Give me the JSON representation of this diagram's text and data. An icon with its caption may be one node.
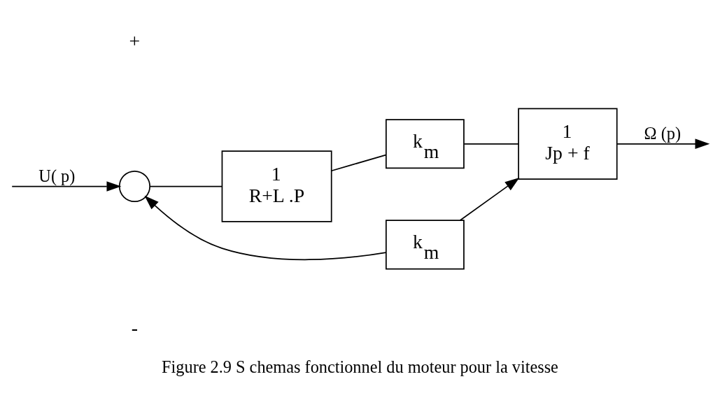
{
  "diagram": {
    "caption": "Figure 2.9 S chemas fonctionnel du moteur pour la vitesse",
    "nodes": [
      {
        "text": [],
        "shape": "circle"
      },
      {
        "text": [
          "1",
          "R+L .P"
        ]
      },
      {
        "text": [
          "k$_{m}$"
        ]
      },
      {
        "text": [
          "1",
          "Jp + f"
        ]
      },
      {
        "text": [
          "k$_{m}$"
        ]
      }
    ],
    "edges": [
      {
        "from": null,
        "to": 0,
        "arrow": "to",
        "label": "U( p)"
      },
      {
        "from": 0,
        "to": 1,
        "arrow": "none"
      },
      {
        "from": 1,
        "to": 2,
        "arrow": "none"
      },
      {
        "from": 2,
        "to": 3,
        "arrow": "none"
      },
      {
        "from": 3,
        "to": null,
        "arrow": "to",
        "label": "Ω (p)"
      },
      {
        "from": 4,
        "to": 3,
        "arrow": "to"
      },
      {
        "from": 4,
        "to": 0,
        "arrow": "to"
      }
    ],
    "labels": [
      "+",
      "-"
    ]
  }
}
